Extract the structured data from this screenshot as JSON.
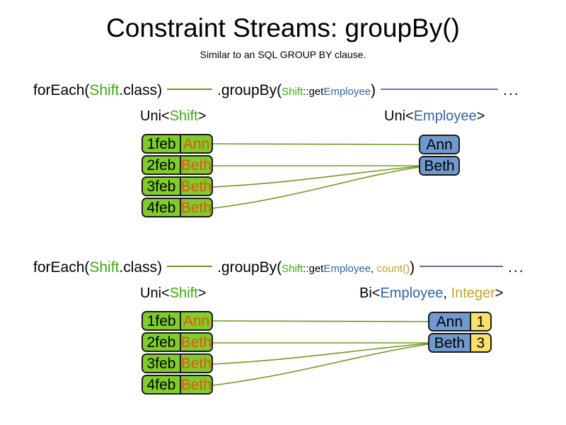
{
  "slide": {
    "title": "Constraint Streams: groupBy()",
    "subtitle": "Similar to an SQL GROUP BY clause.",
    "background": "#ffffff"
  },
  "colors": {
    "shift_green": "#80CC28",
    "shift_green_text": "#3FA90D",
    "employee_blue": "#7099CE",
    "employee_blue_text": "#3465A4",
    "integer_yellow": "#FAE06A",
    "integer_yellow_text": "#C9A227",
    "name_orange": "#E8501E",
    "link_green": "#6f9a1f",
    "link_blue": "#5b7fb5",
    "link_purple": "#7a5f97",
    "box_border": "#1a1a1a",
    "text_black": "#000000"
  },
  "sections": [
    {
      "id": "section-groupby-single",
      "code": {
        "for_each_open": "forEach(",
        "for_each_class": "Shift",
        "for_each_close": ".class)",
        "connector1": "green-line",
        "group_by_open": ".groupBy(",
        "mapper_class": "Shift",
        "mapper_sep": "::get",
        "mapper_prop": "Employee",
        "group_by_close": ")",
        "connector2": "blue-line",
        "ellipsis": "..."
      },
      "left_label": {
        "prefix": "Uni<",
        "generic": "Shift",
        "suffix": ">"
      },
      "right_label": {
        "prefix": "Uni<",
        "generic": "Employee",
        "suffix": ">"
      },
      "shifts": [
        {
          "date": "1feb",
          "name": "Ann"
        },
        {
          "date": "2feb",
          "name": "Beth"
        },
        {
          "date": "3feb",
          "name": "Beth"
        },
        {
          "date": "4feb",
          "name": "Beth"
        }
      ],
      "groups": [
        {
          "employee": "Ann"
        },
        {
          "employee": "Beth"
        }
      ],
      "links": [
        {
          "from": 0,
          "to": 0
        },
        {
          "from": 1,
          "to": 1
        },
        {
          "from": 2,
          "to": 1
        },
        {
          "from": 3,
          "to": 1
        }
      ]
    },
    {
      "id": "section-groupby-count",
      "code": {
        "for_each_open": "forEach(",
        "for_each_class": "Shift",
        "for_each_close": ".class)",
        "connector1": "green-line",
        "group_by_open": ".groupBy(",
        "mapper_class": "Shift",
        "mapper_sep": "::get",
        "mapper_prop": "Employee",
        "mapper_comma": ", ",
        "collector": "count()",
        "group_by_close": ")",
        "connector2": "purple-line",
        "ellipsis": "..."
      },
      "left_label": {
        "prefix": "Uni<",
        "generic": "Shift",
        "suffix": ">"
      },
      "right_label": {
        "prefix": "Bi<",
        "generic": "Employee",
        "middle": ", ",
        "generic2": "Integer",
        "suffix": ">"
      },
      "shifts": [
        {
          "date": "1feb",
          "name": "Ann"
        },
        {
          "date": "2feb",
          "name": "Beth"
        },
        {
          "date": "3feb",
          "name": "Beth"
        },
        {
          "date": "4feb",
          "name": "Beth"
        }
      ],
      "groups": [
        {
          "employee": "Ann",
          "count": "1"
        },
        {
          "employee": "Beth",
          "count": "3"
        }
      ],
      "links": [
        {
          "from": 0,
          "to": 0
        },
        {
          "from": 1,
          "to": 1
        },
        {
          "from": 2,
          "to": 1
        },
        {
          "from": 3,
          "to": 1
        }
      ]
    }
  ]
}
